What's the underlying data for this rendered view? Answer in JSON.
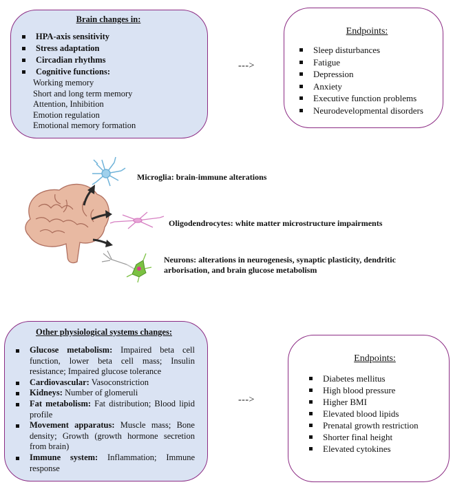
{
  "top_left": {
    "title": "Brain changes in:",
    "bold_items": [
      "HPA-axis sensitivity",
      "Stress adaptation",
      "Circadian rhythms",
      "Cognitive functions:"
    ],
    "sub_items": [
      "Working memory",
      "Short and long term memory",
      "Attention, Inhibition",
      "Emotion regulation",
      "Emotional memory formation"
    ]
  },
  "top_right": {
    "title": "Endpoints:",
    "items": [
      "Sleep disturbances",
      "Fatigue",
      "Depression",
      "Anxiety",
      "Executive function problems",
      "Neurodevelopmental disorders"
    ]
  },
  "arrow_top": "--->",
  "cells": {
    "microglia": "Microglia: brain-immune alterations",
    "oligodendrocytes": "Oligodendrocytes: white matter microstructure impairments",
    "neurons_line1": "Neurons: alterations in neurogenesis, synaptic plasticity, dendritic",
    "neurons_line2": "arborisation, and brain glucose metabolism"
  },
  "bottom_left": {
    "title": "Other physiological systems changes:",
    "items": [
      {
        "label": "Glucose metabolism:",
        "lines": [
          " Impaired beta cell",
          "function, lower beta cell mass; Insulin",
          "resistance; Impaired glucose tolerance"
        ]
      },
      {
        "label": "Cardiovascular:",
        "lines": [
          " Vasoconstriction"
        ]
      },
      {
        "label": "Kidneys:",
        "lines": [
          " Number of glomeruli"
        ]
      },
      {
        "label": "Fat metabolism:",
        "lines": [
          " Fat distribution; Blood",
          "lipid profile"
        ]
      },
      {
        "label": "Movement apparatus:",
        "lines": [
          " Muscle mass; Bone",
          "density; Growth (growth hormone secretion",
          "from brain)"
        ]
      },
      {
        "label": "Immune system:",
        "lines": [
          " Inflammation; Immune",
          "response"
        ]
      }
    ]
  },
  "bottom_right": {
    "title": "Endpoints:",
    "items": [
      "Diabetes mellitus",
      "High blood pressure",
      "Higher BMI",
      "Elevated blood lipids",
      "Prenatal growth restriction",
      "Shorter final height",
      "Elevated cytokines"
    ]
  },
  "arrow_bottom": "--->",
  "colors": {
    "border": "#8b2a83",
    "box_fill": "#dae3f3",
    "brain": "#e8b9a2",
    "microglia": "#6fb3d9",
    "oligodendrocyte": "#d67fc2",
    "neuron": "#7bc142"
  }
}
